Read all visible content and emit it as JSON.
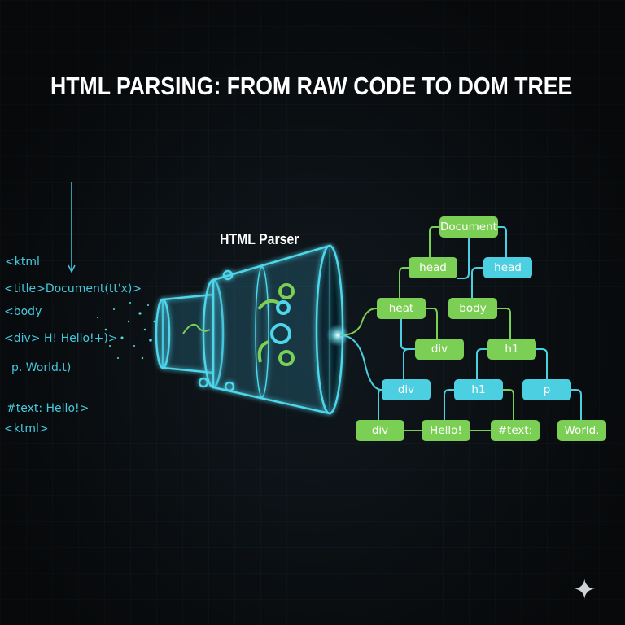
{
  "title": "HTML PARSING: FROM RAW CODE TO DOM TREE",
  "code_lines": [
    "<ktml",
    "<title>Document(tt'x)>",
    "<body",
    "<div> H! Hello!+)>",
    "p.  World.t)",
    "#text: Hello!>",
    "<ktml>"
  ],
  "parser_label": "HTML Parser",
  "tree": {
    "document": "Document",
    "head_green": "head",
    "head_cyan": "head",
    "heat": "heat",
    "body": "body",
    "div_green": "div",
    "h1_green": "h1",
    "div_cyan": "div",
    "h1_cyan": "h1",
    "p_cyan": "p",
    "div_leaf": "div",
    "hello": "Hello!",
    "text": "#text:",
    "world": "World."
  },
  "colors": {
    "green": "#7ccf55",
    "cyan": "#4ccfe0",
    "background": "#0f1317"
  }
}
